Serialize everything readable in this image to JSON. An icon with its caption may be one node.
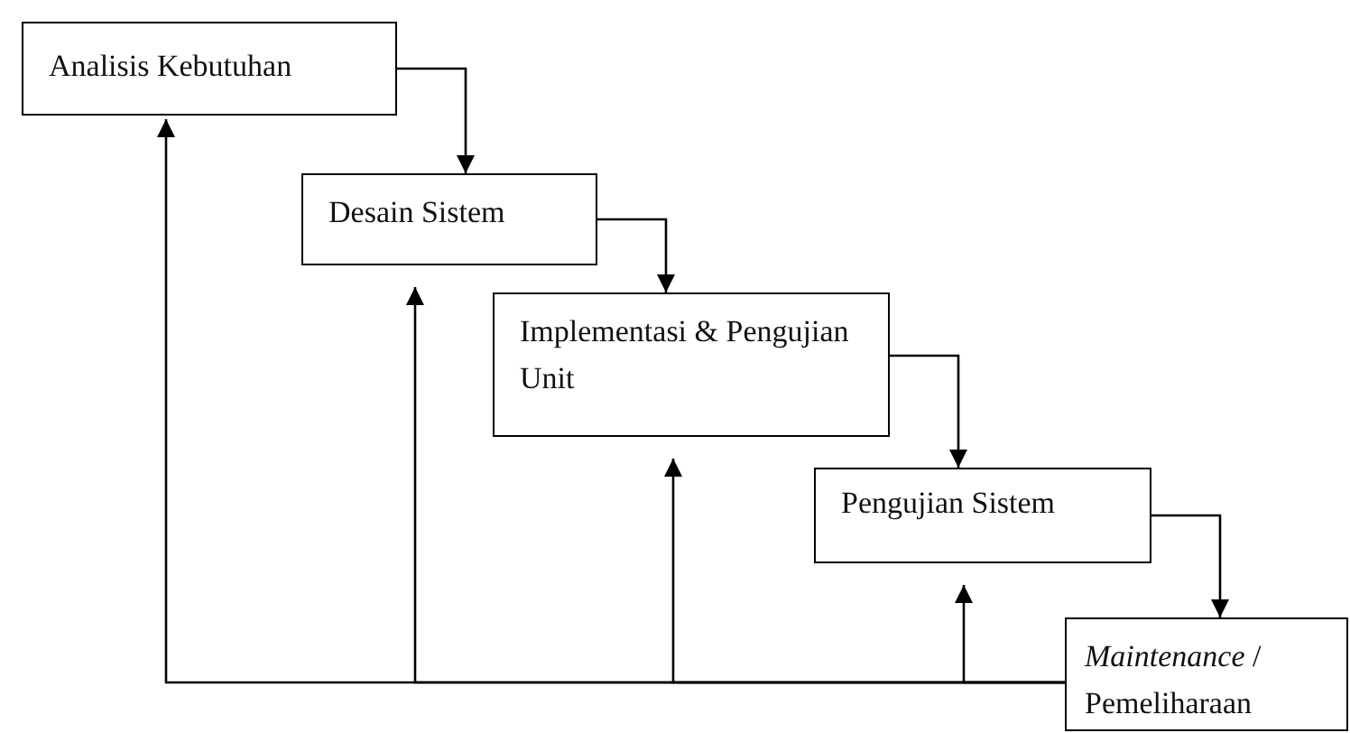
{
  "diagram": {
    "nodes": [
      {
        "text": [
          "Analisis Kebutuhan"
        ]
      },
      {
        "text": [
          "Desain Sistem"
        ]
      },
      {
        "text": [
          "Implementasi & Pengujian Unit"
        ]
      },
      {
        "text": [
          "Pengujian Sistem"
        ]
      },
      {
        "text": [
          "*Maintenance* / Pemeliharaan"
        ]
      }
    ],
    "edges": [
      {
        "from": 0,
        "to": 1,
        "arrow": "to"
      },
      {
        "from": 1,
        "to": 2,
        "arrow": "to"
      },
      {
        "from": 2,
        "to": 3,
        "arrow": "to"
      },
      {
        "from": 3,
        "to": 4,
        "arrow": "to"
      },
      {
        "from": 4,
        "to": 0,
        "arrow": "to"
      },
      {
        "from": 4,
        "to": 1,
        "arrow": "to"
      },
      {
        "from": 4,
        "to": 2,
        "arrow": "to"
      },
      {
        "from": 4,
        "to": 3,
        "arrow": "to"
      }
    ]
  }
}
